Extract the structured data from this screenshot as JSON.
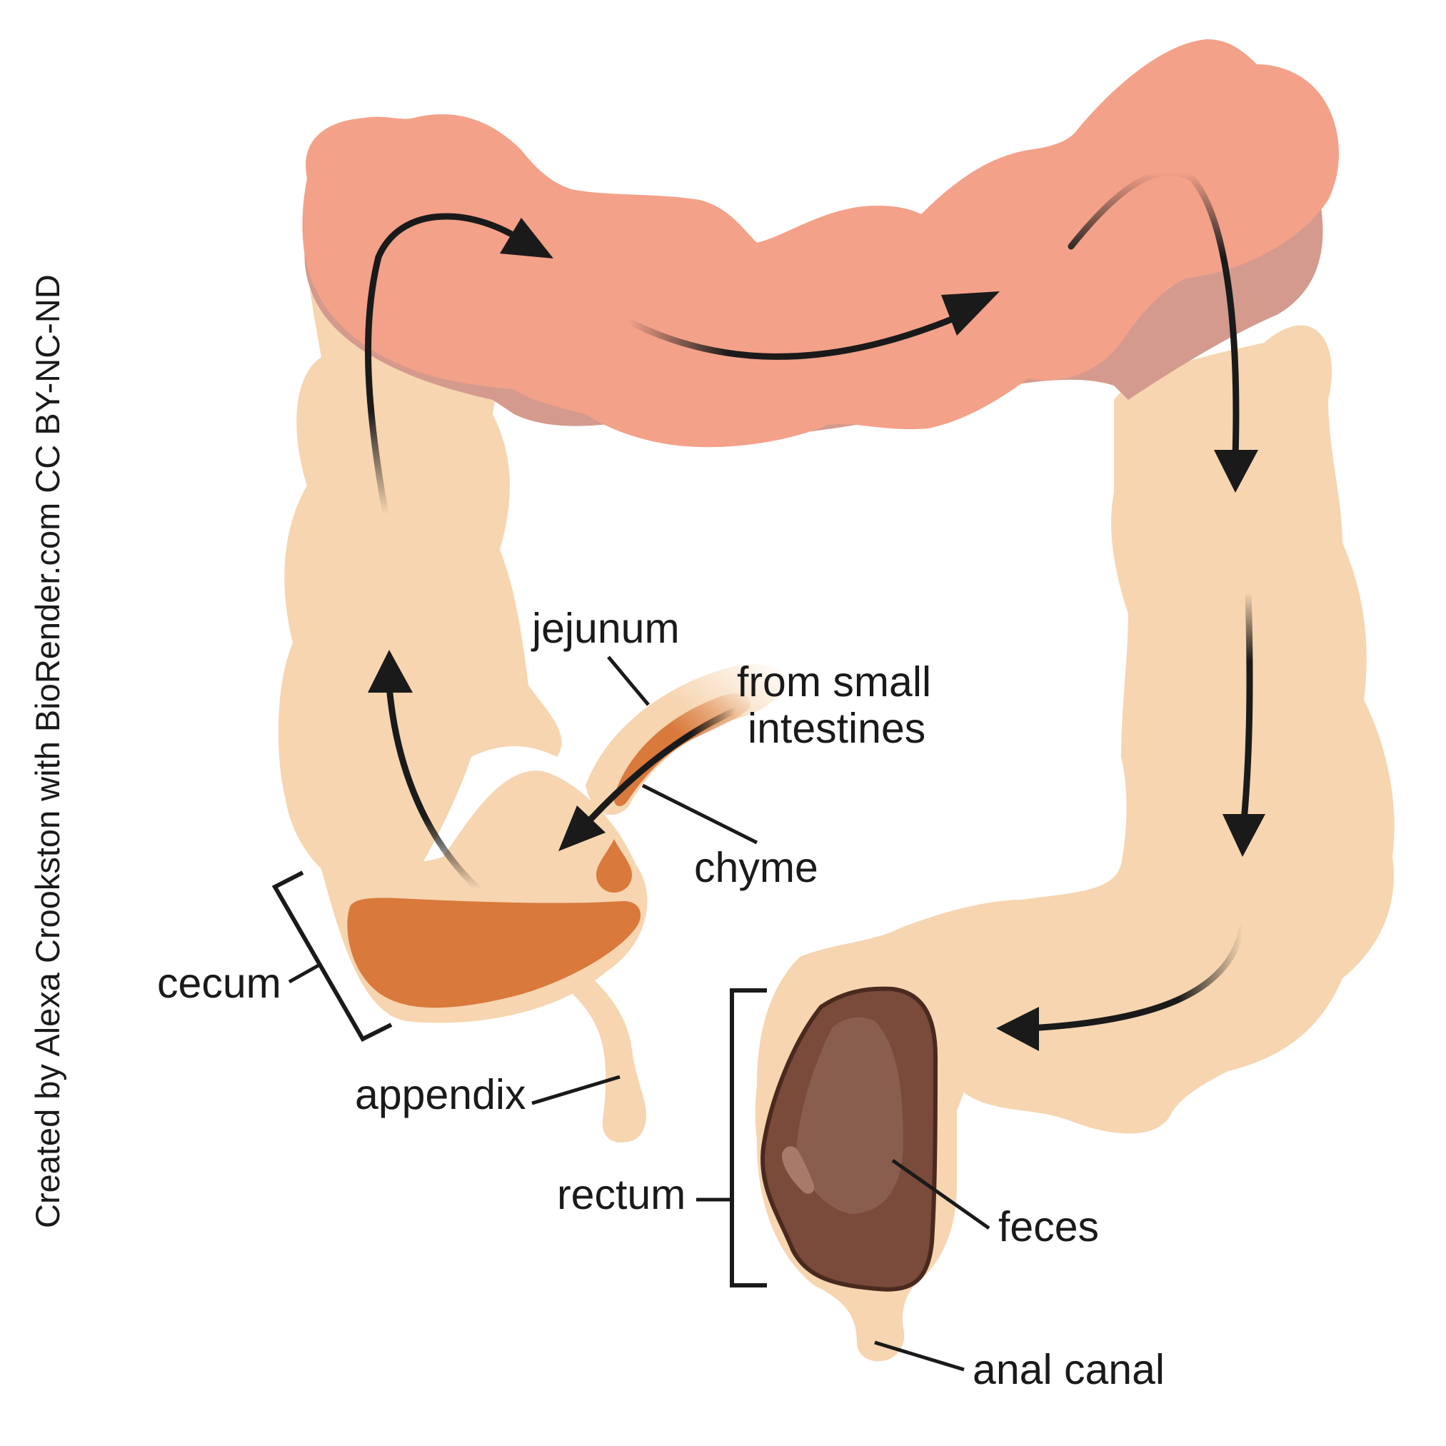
{
  "credit": "Created by Alexa Crookston with BioRender.com CC BY-NC-ND",
  "labels": {
    "jejunum": "jejunum",
    "from_small_1": "from small",
    "from_small_2": "intestines",
    "chyme": "chyme",
    "cecum": "cecum",
    "appendix": "appendix",
    "rectum": "rectum",
    "feces": "feces",
    "anal_canal": "anal canal"
  },
  "colors": {
    "colon_tan": "#f6d5b0",
    "transverse_salmon": "#f3a189",
    "transverse_shadow": "#d49a8e",
    "chyme_orange": "#d9793c",
    "feces_brown": "#7a4a3a",
    "feces_outline": "#4a2a1e",
    "arrow": "#1a1a1a"
  }
}
